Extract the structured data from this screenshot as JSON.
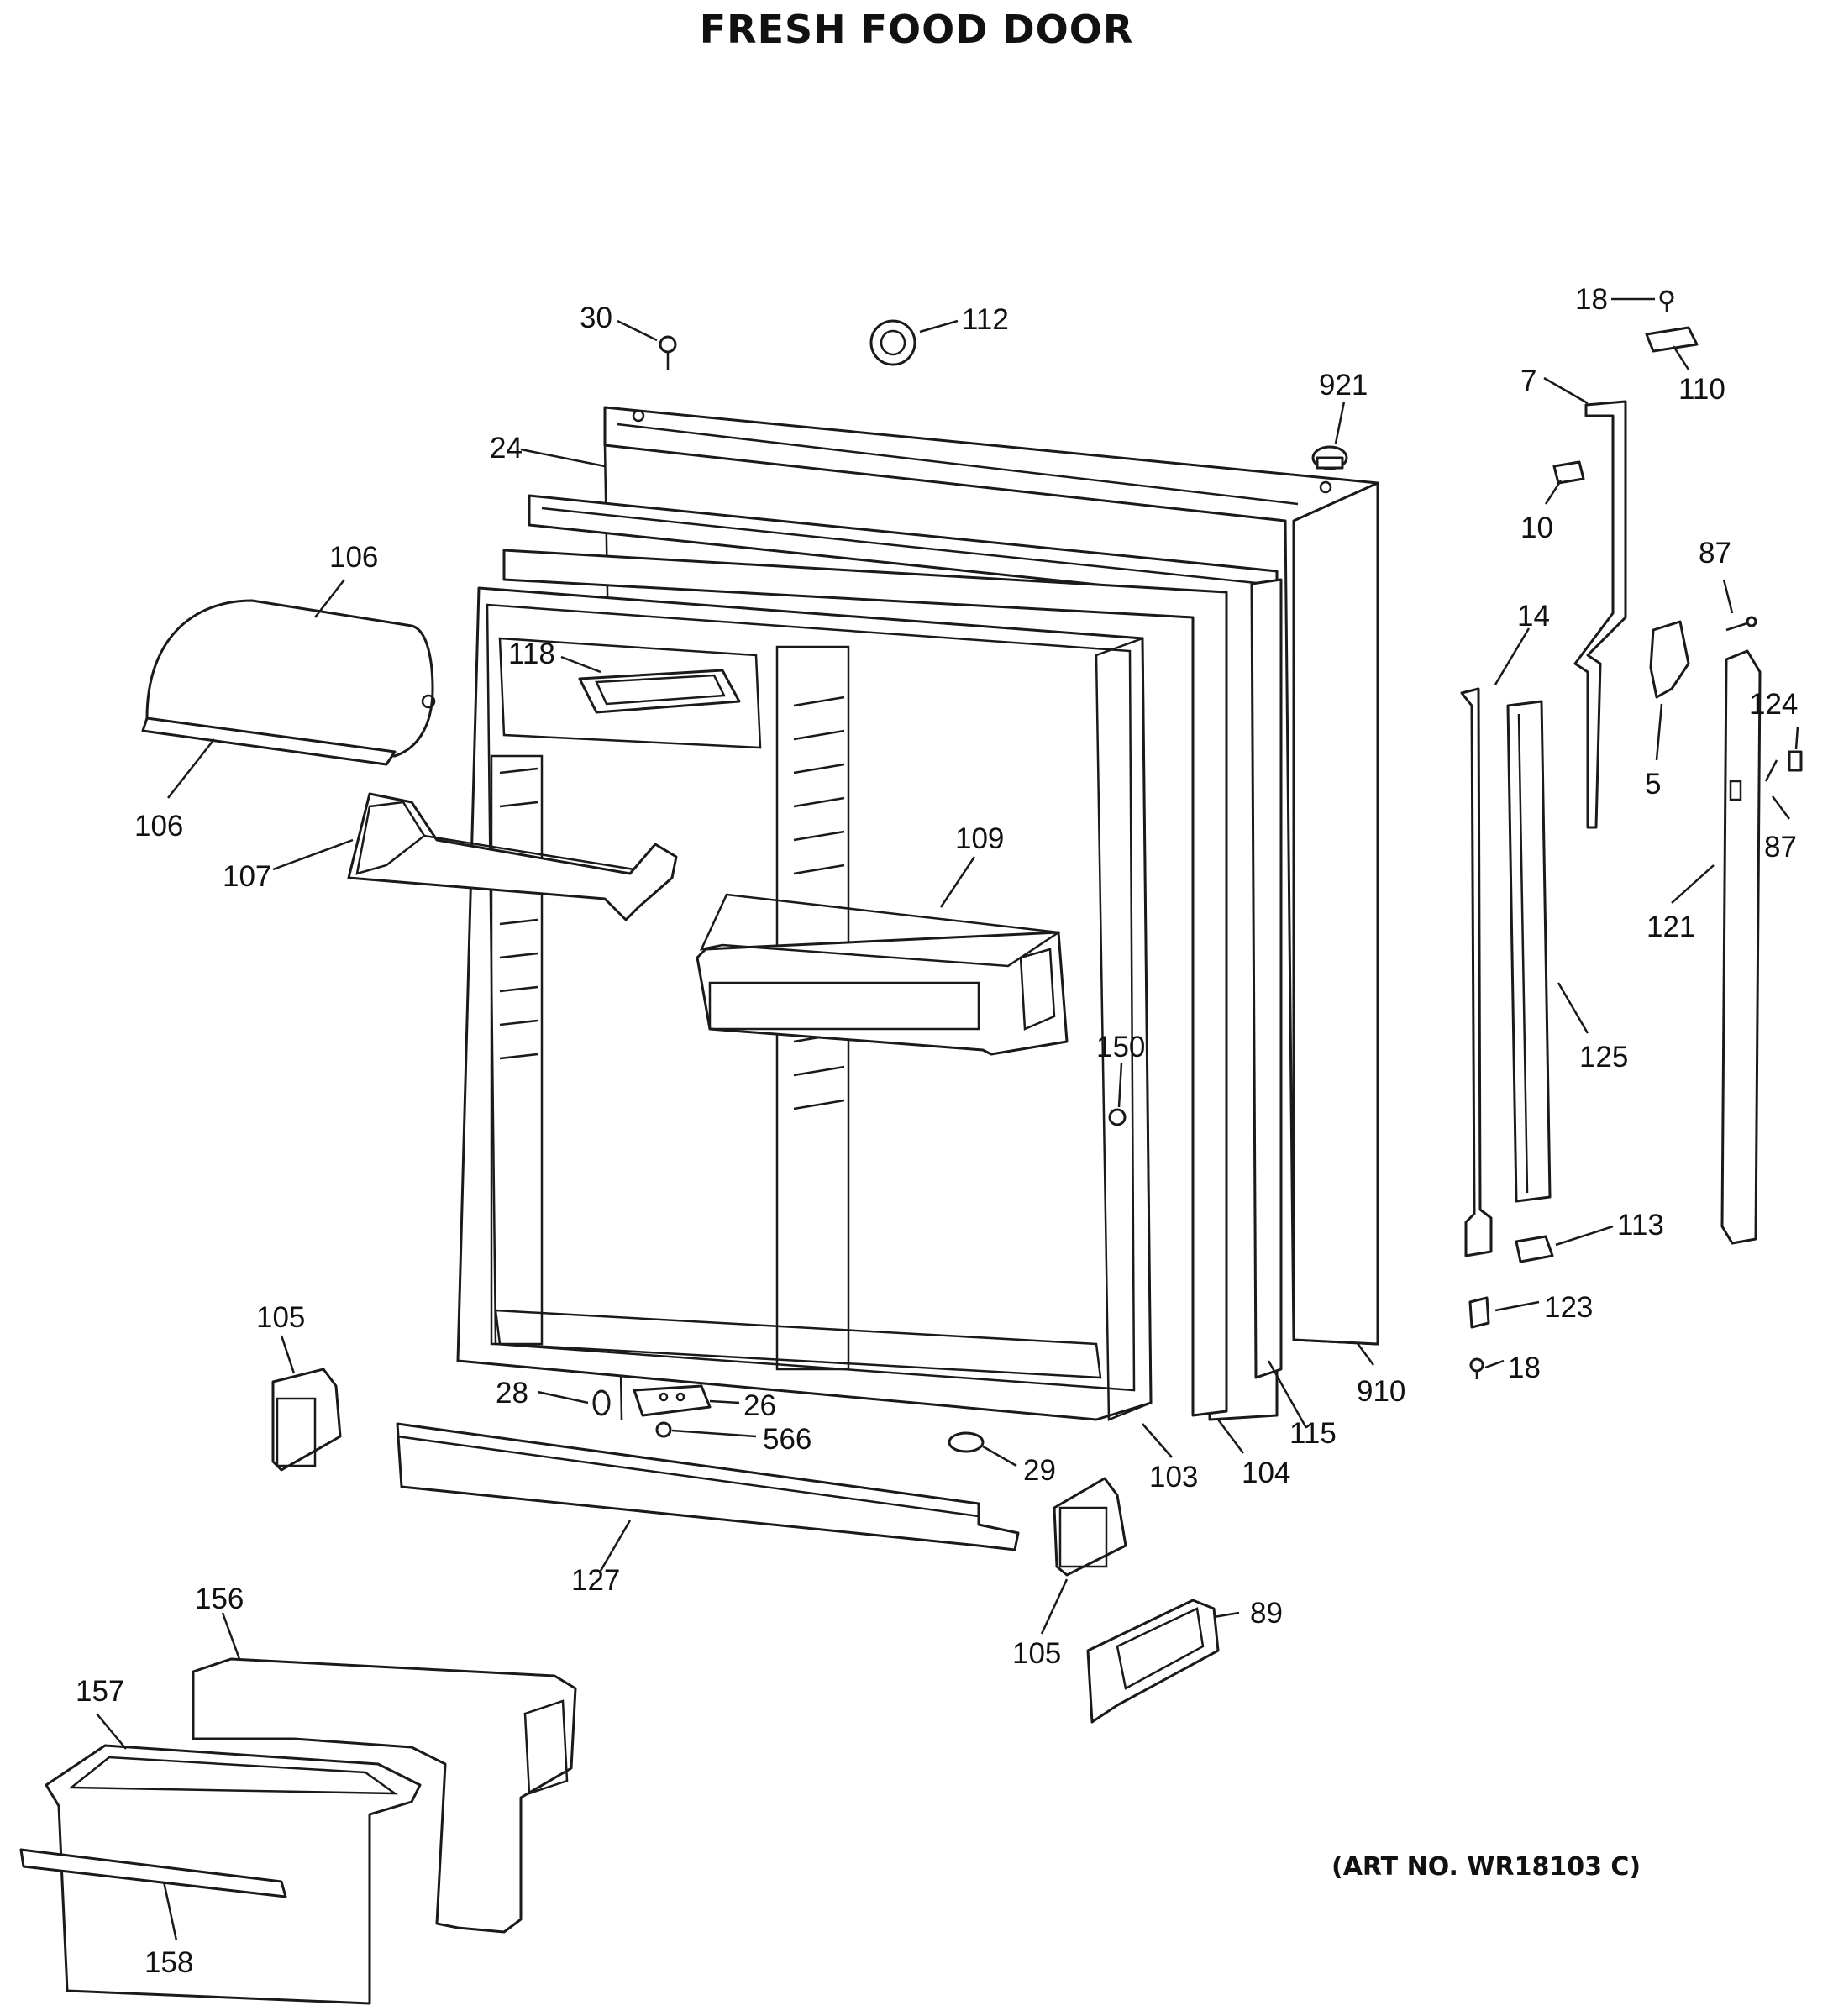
{
  "diagram": {
    "title": "FRESH FOOD DOOR",
    "art_number": "(ART NO. WR18103 C)",
    "colors": {
      "line": "#1a1a1a",
      "background": "#ffffff"
    },
    "callouts": [
      {
        "id": "c-30",
        "label": "30"
      },
      {
        "id": "c-112",
        "label": "112"
      },
      {
        "id": "c-18a",
        "label": "18"
      },
      {
        "id": "c-110",
        "label": "110"
      },
      {
        "id": "c-7",
        "label": "7"
      },
      {
        "id": "c-921",
        "label": "921"
      },
      {
        "id": "c-24",
        "label": "24"
      },
      {
        "id": "c-10",
        "label": "10"
      },
      {
        "id": "c-87a",
        "label": "87"
      },
      {
        "id": "c-106a",
        "label": "106"
      },
      {
        "id": "c-14",
        "label": "14"
      },
      {
        "id": "c-118",
        "label": "118"
      },
      {
        "id": "c-124",
        "label": "124"
      },
      {
        "id": "c-106b",
        "label": "106"
      },
      {
        "id": "c-5",
        "label": "5"
      },
      {
        "id": "c-87b",
        "label": "87"
      },
      {
        "id": "c-109",
        "label": "109"
      },
      {
        "id": "c-107",
        "label": "107"
      },
      {
        "id": "c-121",
        "label": "121"
      },
      {
        "id": "c-125",
        "label": "125"
      },
      {
        "id": "c-150",
        "label": "150"
      },
      {
        "id": "c-113",
        "label": "113"
      },
      {
        "id": "c-105a",
        "label": "105"
      },
      {
        "id": "c-123",
        "label": "123"
      },
      {
        "id": "c-910",
        "label": "910"
      },
      {
        "id": "c-18b",
        "label": "18"
      },
      {
        "id": "c-28",
        "label": "28"
      },
      {
        "id": "c-26",
        "label": "26"
      },
      {
        "id": "c-115",
        "label": "115"
      },
      {
        "id": "c-566",
        "label": "566"
      },
      {
        "id": "c-29",
        "label": "29"
      },
      {
        "id": "c-103",
        "label": "103"
      },
      {
        "id": "c-104",
        "label": "104"
      },
      {
        "id": "c-127",
        "label": "127"
      },
      {
        "id": "c-156",
        "label": "156"
      },
      {
        "id": "c-89",
        "label": "89"
      },
      {
        "id": "c-105b",
        "label": "105"
      },
      {
        "id": "c-157",
        "label": "157"
      },
      {
        "id": "c-158",
        "label": "158"
      }
    ]
  }
}
